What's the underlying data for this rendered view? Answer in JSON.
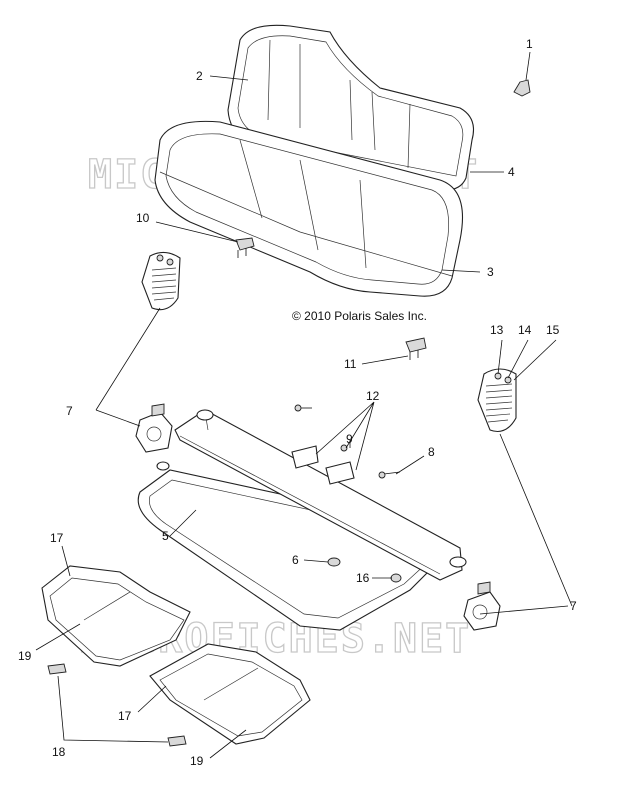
{
  "watermark": "MICROFICHES.NET",
  "copyright": "© 2010  Polaris Sales Inc.",
  "callouts": {
    "c1": "1",
    "c2": "2",
    "c3": "3",
    "c4": "4",
    "c5": "5",
    "c6": "6",
    "c7a": "7",
    "c7b": "7",
    "c8": "8",
    "c9": "9",
    "c10": "10",
    "c11": "11",
    "c12": "12",
    "c13": "13",
    "c14": "14",
    "c15": "15",
    "c16": "16",
    "c17a": "17",
    "c17b": "17",
    "c18": "18",
    "c19a": "19",
    "c19b": "19"
  }
}
